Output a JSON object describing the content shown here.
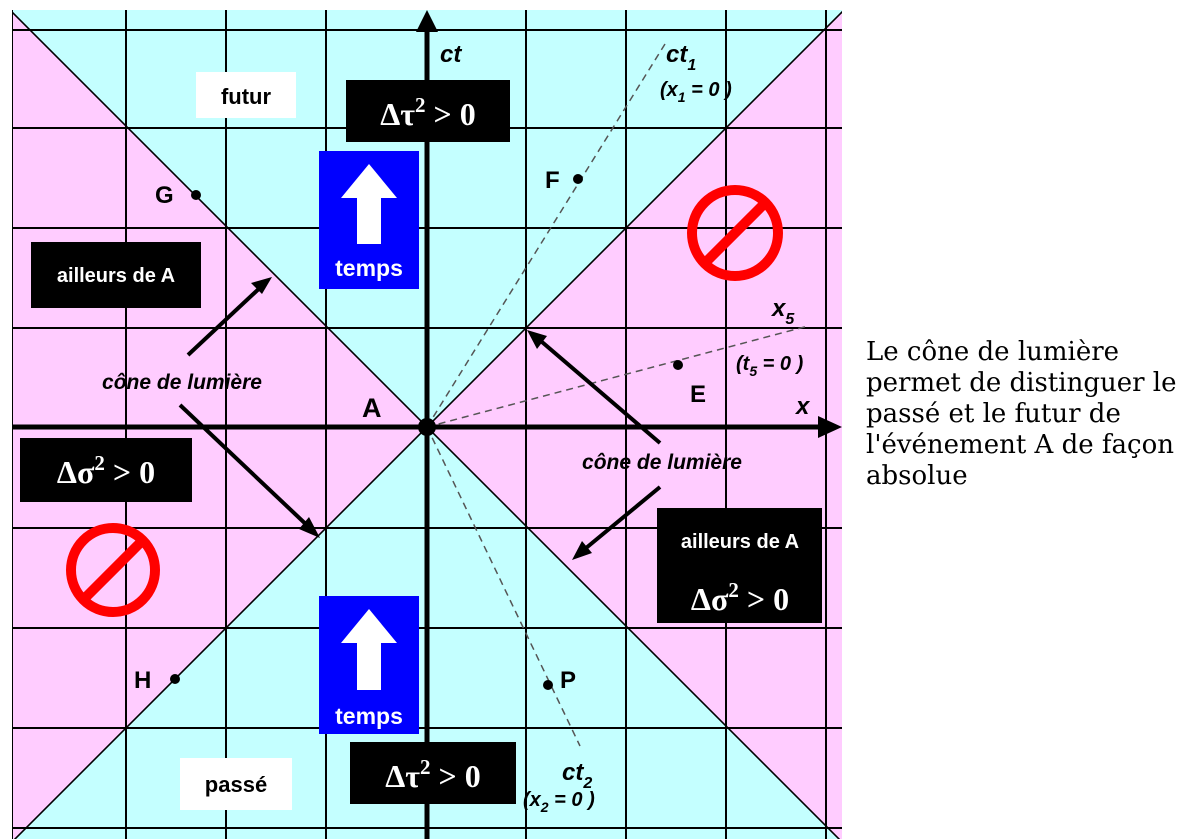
{
  "diagram": {
    "axes": {
      "time_label": "ct",
      "space_label": "x"
    },
    "origin_label": "A",
    "regions": {
      "future_label": "futur",
      "past_label": "passé",
      "elsewhere_left_label": "ailleurs de A",
      "elsewhere_right_label": "ailleurs de A"
    },
    "interval_labels": {
      "tau_top": {
        "main": "Δτ",
        "sup": "2",
        "rest": " > 0"
      },
      "tau_bottom": {
        "main": "Δτ",
        "sup": "2",
        "rest": " > 0"
      },
      "sigma_left": {
        "main": "Δσ",
        "sup": "2",
        "rest": " > 0"
      },
      "sigma_right": {
        "main": "Δσ",
        "sup": "2",
        "rest": " > 0"
      }
    },
    "arrow_boxes": {
      "top_label": "temps",
      "bottom_label": "temps"
    },
    "cone_labels": {
      "left": "cône de lumière",
      "right": "cône de lumière"
    },
    "frames": {
      "ct1": {
        "name": "ct",
        "sub": "1",
        "cond_open": "(x",
        "cond_sub": "1",
        "cond_close": " = 0 )"
      },
      "ct2": {
        "name": "ct",
        "sub": "2",
        "cond_open": "(x",
        "cond_sub": "2",
        "cond_close": " = 0 )"
      },
      "x5": {
        "name": "x",
        "sub": "5",
        "cond_open": "(t",
        "cond_sub": "5",
        "cond_close": " = 0 )"
      }
    },
    "events": [
      {
        "id": "F",
        "label": "F"
      },
      {
        "id": "G",
        "label": "G"
      },
      {
        "id": "E",
        "label": "E"
      },
      {
        "id": "H",
        "label": "H"
      },
      {
        "id": "P",
        "label": "P"
      }
    ],
    "colors": {
      "timelike": "#c4ffff",
      "spacelike": "#ffccff",
      "grid": "#000000",
      "arrow_box": "#0000ff",
      "forbidden": "#ff0000"
    },
    "icons": [
      "up-arrow-icon",
      "prohibited-icon"
    ]
  },
  "caption": "Le cône de lumière permet de distinguer le passé et le futur de l'événement A de façon absolue"
}
